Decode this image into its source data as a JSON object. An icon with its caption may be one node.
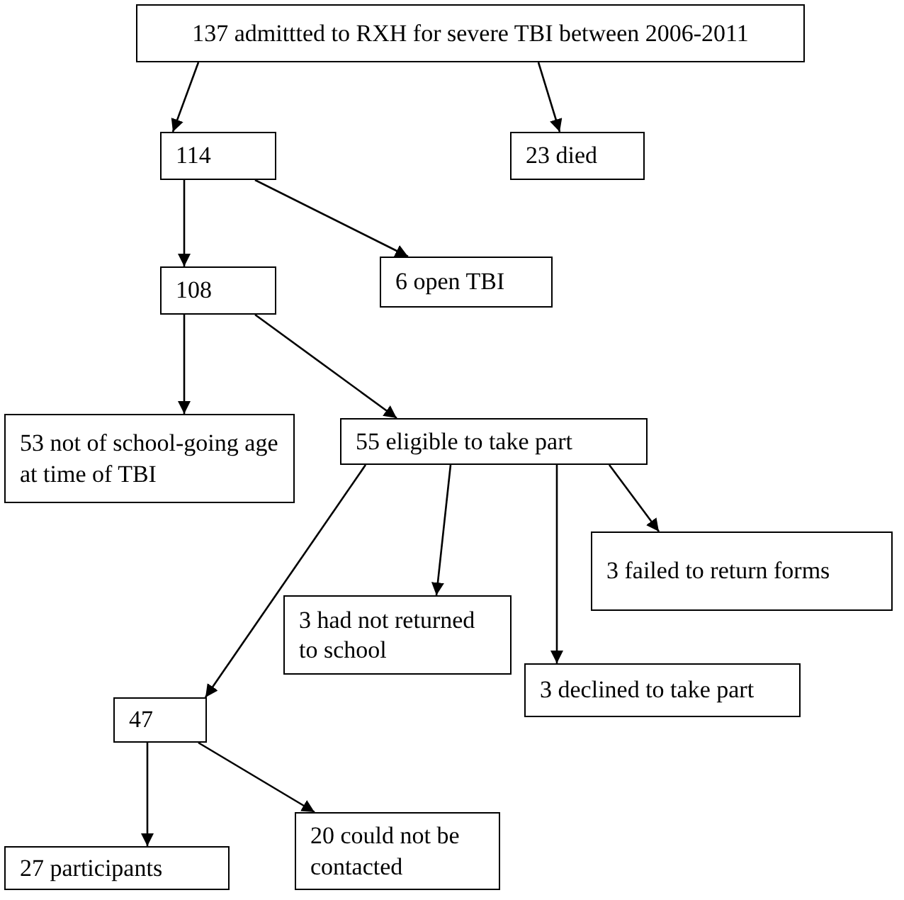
{
  "diagram": {
    "nodes": [
      {
        "text": [
          "137 admittted to RXH for severe TBI between 2006-2011"
        ]
      },
      {
        "text": [
          "114"
        ]
      },
      {
        "text": [
          "23 died"
        ]
      },
      {
        "text": [
          "108"
        ]
      },
      {
        "text": [
          "6 open TBI"
        ]
      },
      {
        "text": [
          "53 not of school-going age at time of TBI"
        ]
      },
      {
        "text": [
          "55 eligible to take part"
        ]
      },
      {
        "text": [
          "3 failed to return forms"
        ]
      },
      {
        "text": [
          "3 had not returned to school"
        ]
      },
      {
        "text": [
          "3 declined to take part"
        ]
      },
      {
        "text": [
          "47"
        ]
      },
      {
        "text": [
          "20 could not be contacted"
        ]
      },
      {
        "text": [
          "27 participants"
        ]
      }
    ],
    "edges": [
      {
        "from": 0,
        "to": 1,
        "arrow": "to"
      },
      {
        "from": 0,
        "to": 2,
        "arrow": "to"
      },
      {
        "from": 1,
        "to": 3,
        "arrow": "to"
      },
      {
        "from": 1,
        "to": 4,
        "arrow": "to"
      },
      {
        "from": 3,
        "to": 5,
        "arrow": "to"
      },
      {
        "from": 3,
        "to": 6,
        "arrow": "to"
      },
      {
        "from": 6,
        "to": 10,
        "arrow": "to"
      },
      {
        "from": 6,
        "to": 8,
        "arrow": "to"
      },
      {
        "from": 6,
        "to": 9,
        "arrow": "to"
      },
      {
        "from": 6,
        "to": 7,
        "arrow": "to"
      },
      {
        "from": 10,
        "to": 12,
        "arrow": "to"
      },
      {
        "from": 10,
        "to": 11,
        "arrow": "to"
      }
    ]
  }
}
